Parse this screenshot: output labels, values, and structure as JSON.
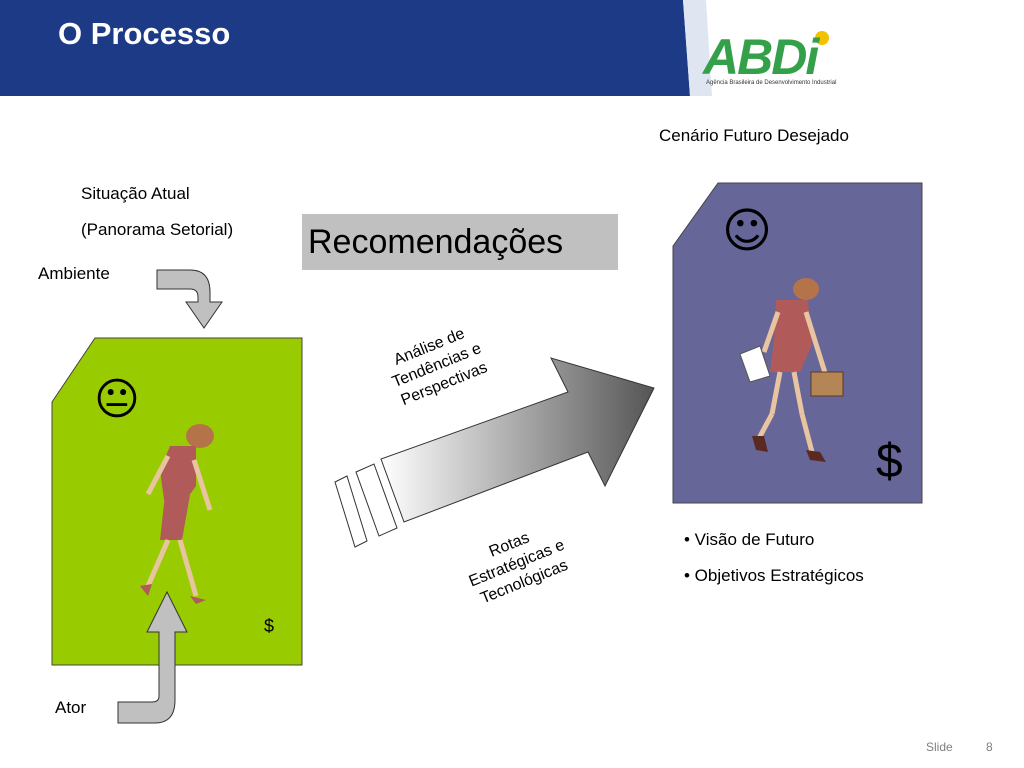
{
  "slide": {
    "title": "O Processo",
    "logo_text": "ABDi",
    "logo_subtitle": "Agência Brasileira de Desenvolvimento Industrial"
  },
  "left": {
    "label_situacao": "Situação Atual",
    "label_panorama": "(Panorama Setorial)",
    "label_ambiente": "Ambiente",
    "label_ator": "Ator",
    "face": "😐",
    "money": "$",
    "panel_color": "#99cc00"
  },
  "center": {
    "recomendacoes": "Recomendações",
    "analise_line1": "Análise de",
    "analise_line2": "Tendências  e",
    "analise_line3": "Perspectivas",
    "rotas_line1": "Rotas",
    "rotas_line2": "Estratégicas e",
    "rotas_line3": "Tecnológicas"
  },
  "right": {
    "label_cenario": "Cenário Futuro Desejado",
    "face": "☺",
    "money": "$",
    "bullet1": "• Visão de Futuro",
    "bullet2": "• Objetivos Estratégicos",
    "panel_color": "#666699"
  },
  "footer": {
    "slide_label": "Slide",
    "page_number": "8"
  }
}
